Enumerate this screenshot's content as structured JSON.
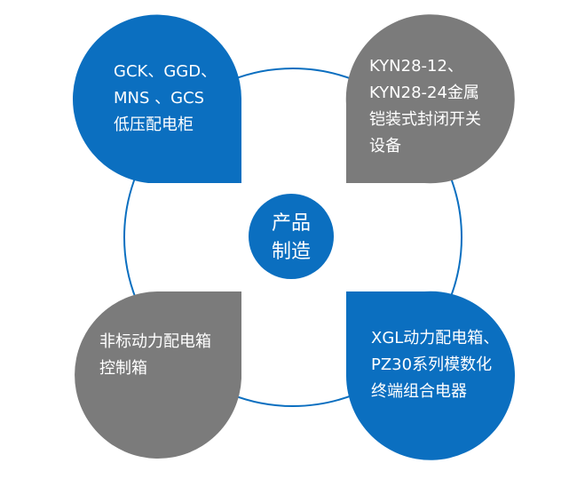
{
  "colors": {
    "blue": "#0b6fc0",
    "gray": "#7b7b7b",
    "ring": "#0b6fc0",
    "text": "#ffffff"
  },
  "center": {
    "line1": "产品",
    "line2": "制造"
  },
  "petals": {
    "top_left": {
      "line1": "GCK、GGD、",
      "line2": "MNS 、GCS",
      "line3": "低压配电柜"
    },
    "top_right": {
      "line1": "KYN28-12、",
      "line2": "KYN28-24金属",
      "line3": "铠装式封闭开关",
      "line4": "设备"
    },
    "bottom_left": {
      "line1": "非标动力配电箱",
      "line2": "控制箱"
    },
    "bottom_right": {
      "line1": "XGL动力配电箱、",
      "line2": "PZ30系列模数化",
      "line3": "终端组合电器"
    }
  }
}
